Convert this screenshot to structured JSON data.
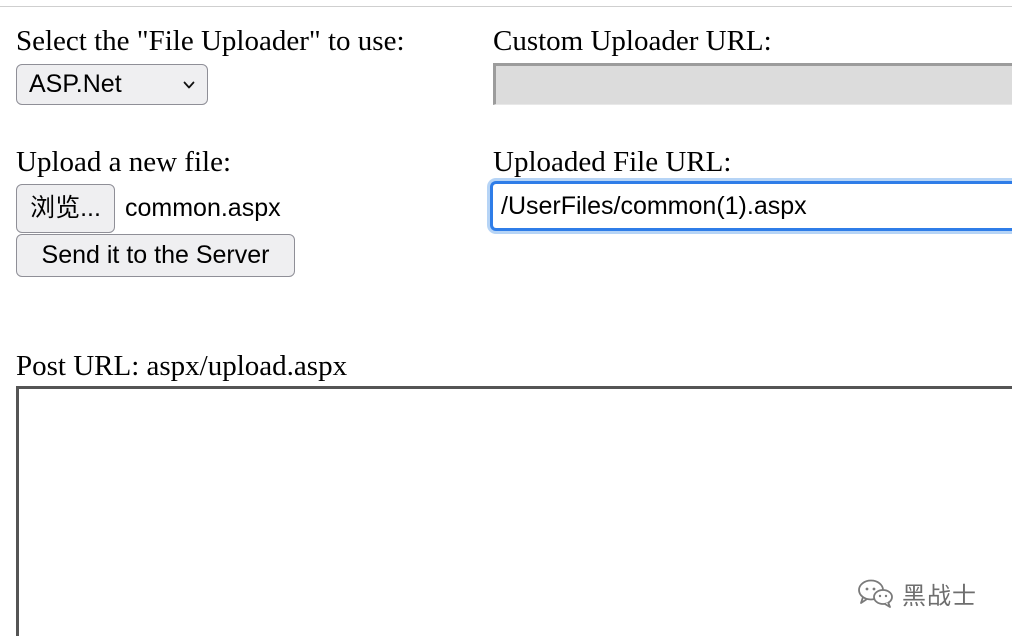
{
  "uploader": {
    "select_label": "Select the \"File Uploader\" to use:",
    "selected_value": "ASP.Net",
    "custom_url_label": "Custom Uploader URL:",
    "custom_url_value": ""
  },
  "upload": {
    "label": "Upload a new file:",
    "browse_button": "浏览...",
    "file_name": "common.aspx",
    "send_button": "Send it to the Server"
  },
  "uploaded": {
    "label": "Uploaded File URL:",
    "value": "/UserFiles/common(1).aspx"
  },
  "post": {
    "label": "Post URL: aspx/upload.aspx",
    "content": ""
  },
  "watermark": {
    "text": "黑战士",
    "icon": "wechat-icon"
  },
  "colors": {
    "focus_ring": "#2f7de8",
    "disabled_field": "#dcdcdc",
    "button_bg": "#efeff1"
  }
}
